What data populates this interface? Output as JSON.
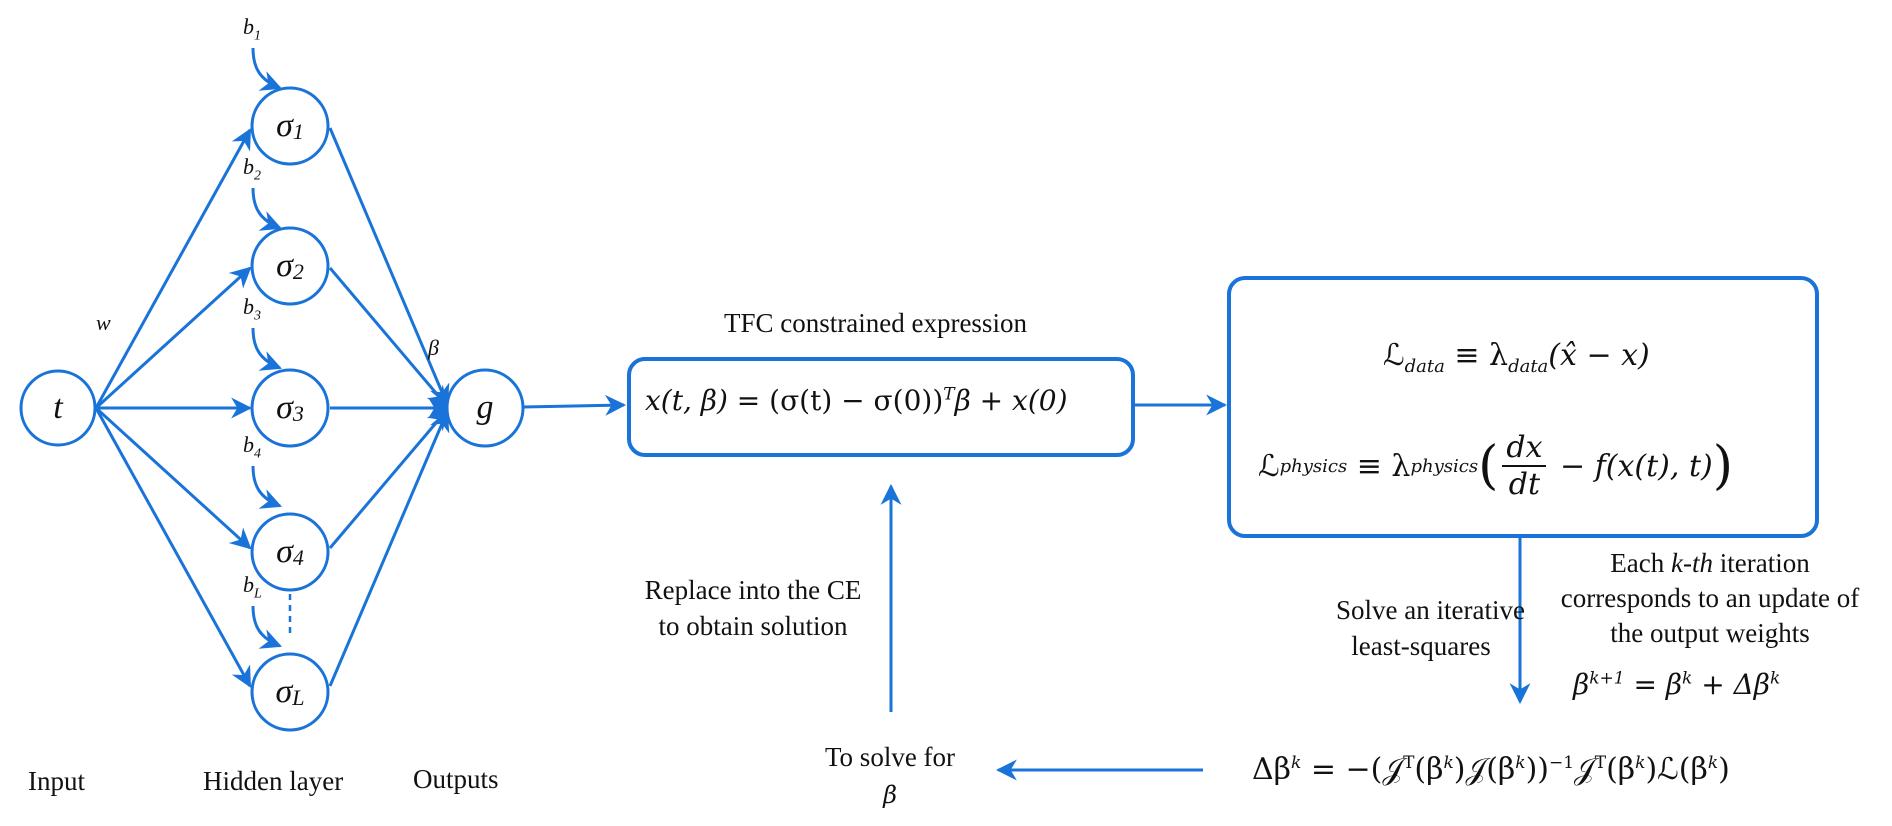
{
  "colors": {
    "accent": "#1a73d9",
    "text": "#111111",
    "background": "#ffffff"
  },
  "network": {
    "input_node": {
      "label": "t"
    },
    "hidden_nodes": [
      {
        "symbol": "σ",
        "subscript": "1",
        "bias": "b",
        "bias_sub": "1"
      },
      {
        "symbol": "σ",
        "subscript": "2",
        "bias": "b",
        "bias_sub": "2"
      },
      {
        "symbol": "σ",
        "subscript": "3",
        "bias": "b",
        "bias_sub": "3"
      },
      {
        "symbol": "σ",
        "subscript": "4",
        "bias": "b",
        "bias_sub": "4"
      },
      {
        "symbol": "σ",
        "subscript": "L",
        "bias": "b",
        "bias_sub": "L"
      }
    ],
    "output_node": {
      "label": "g"
    },
    "input_weight_label": "w",
    "output_weight_label": "β",
    "layer_labels": {
      "input": "Input",
      "hidden": "Hidden layer",
      "output": "Outputs"
    }
  },
  "tfc": {
    "title": "TFC constrained expression",
    "equation": {
      "lhs": "x(t, β) = ",
      "paren_body": "(σ(t) − σ(0))",
      "sup": "T",
      "rhs": "β + x(0)"
    }
  },
  "loss": {
    "data": {
      "L": "ℒ",
      "sub": "data",
      "equiv": " ≡ λ",
      "lsub": "data",
      "body": "(x̂ − x)"
    },
    "physics": {
      "L": "ℒ",
      "sub": "physics",
      "equiv": " ≡ λ",
      "lsub": "physics",
      "num": "dx",
      "den": "dt",
      "tail": " − f(x(t), t)"
    }
  },
  "annotations": {
    "solve_iterative": [
      "Solve an iterative",
      "least-squares"
    ],
    "kth_iteration": {
      "pre": "Each ",
      "italic": "k-th",
      "post": " iteration",
      "line2": "corresponds to an update of",
      "line3": "the output weights"
    },
    "beta_update": {
      "a": "β",
      "a_sup": "k+1",
      "eq": " = β",
      "b_sup": "k",
      "plus": " + Δβ",
      "c_sup": "k"
    },
    "replace_ce": [
      "Replace into the CE",
      "to obtain solution"
    ],
    "to_solve": {
      "line1": "To solve for",
      "line2": "β"
    }
  },
  "delta_beta": {
    "lhs": "Δβ",
    "lhs_sup": "k",
    "eq": " = −(𝒥",
    "parts": [
      "T",
      "(β",
      "k",
      ")𝒥(β",
      "k",
      "))",
      "−1",
      "𝒥",
      "T",
      "(β",
      "k",
      ")ℒ(β",
      "k",
      ")"
    ]
  }
}
